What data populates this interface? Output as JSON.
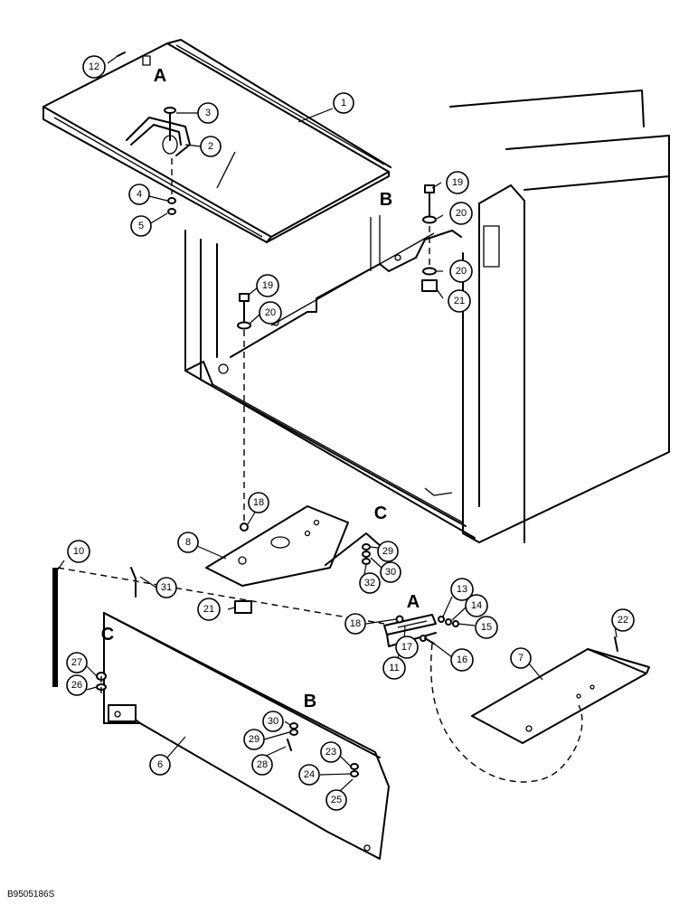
{
  "figure_id": "B9505186S",
  "callouts": [
    "1",
    "2",
    "3",
    "4",
    "5",
    "6",
    "7",
    "8",
    "10",
    "11",
    "12",
    "13",
    "14",
    "15",
    "16",
    "17",
    "18",
    "18",
    "19",
    "19",
    "20",
    "20",
    "20",
    "21",
    "21",
    "22",
    "23",
    "24",
    "25",
    "26",
    "27",
    "28",
    "29",
    "29",
    "30",
    "30",
    "31",
    "32"
  ],
  "ref_letters": [
    "A",
    "B",
    "C",
    "A",
    "B",
    "C"
  ]
}
